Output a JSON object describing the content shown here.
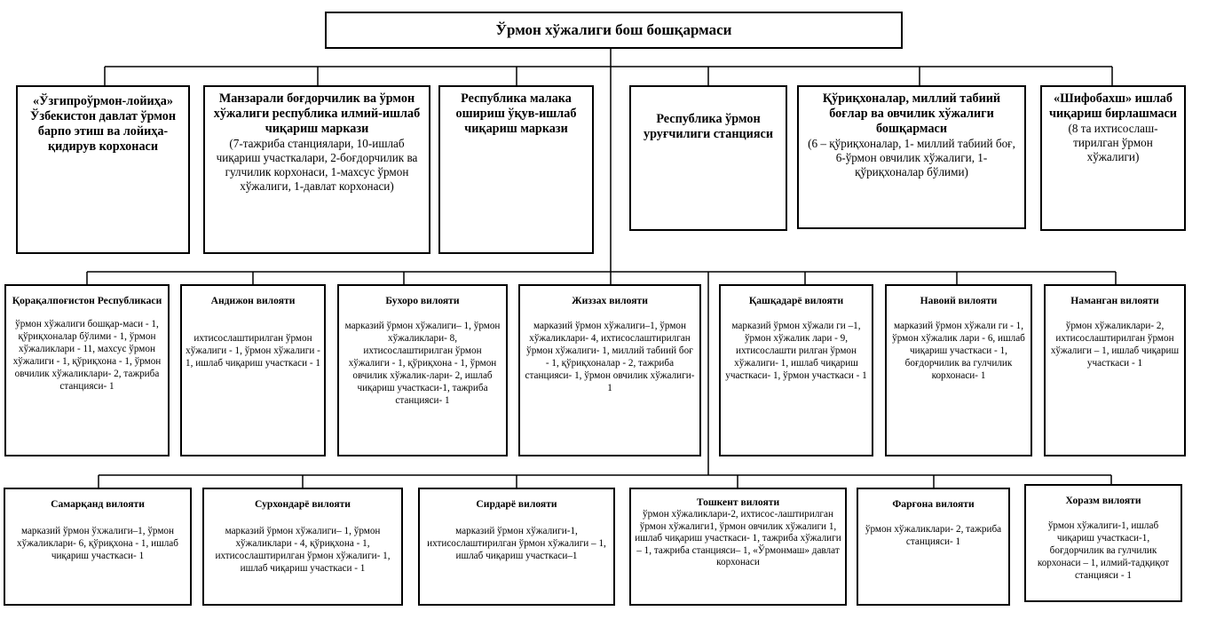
{
  "root": {
    "title": "Ўрмон хўжалиги бош бошқармаси"
  },
  "departments": [
    {
      "title": "«Ўзгипроўрмон-лойиҳа» Ўзбекистон давлат ўрмон барпо этиш ва лойиҳа-қидирув корхонаси",
      "body": ""
    },
    {
      "title": "Манзарали боғдорчилик ва ўрмон хўжалиги республика илмий-ишлаб чиқариш маркази",
      "body": "(7-тажриба станциялари, 10-ишлаб чиқариш участкалари, 2-боғдорчилик ва гулчилик корхонаси, 1-махсус ўрмон хўжалиги, 1-давлат корхонаси)"
    },
    {
      "title": "Республика малака ошириш ўқув-ишлаб чиқариш маркази",
      "body": ""
    },
    {
      "title": "Республика ўрмон уруғчилиги станцияси",
      "body": ""
    },
    {
      "title": "Қўриқхоналар, миллий табиий боғлар ва овчилик хўжалиги бошқармаси",
      "body": "(6 – қўриқхоналар, 1- миллий табиий боғ, 6-ўрмон овчилик хўжалиги, 1- қўриқхоналар бўлими)"
    },
    {
      "title": "«Шифобахш» ишлаб чиқариш бирлашмаси",
      "body": "(8 та ихтисослаш-тирилган ўрмон хўжалиги)"
    }
  ],
  "regions_row1": [
    {
      "title": "Қорақалпоғистон Республикаси",
      "body": "ўрмон хўжалиги бошқар-маси - 1, қўриқхоналар бўлими - 1, ўрмон хўжаликлари - 11, махсус ўрмон хўжалиги - 1, қўриқхона - 1, ўрмон овчилик хўжаликлари- 2, тажриба станцияси- 1"
    },
    {
      "title": "Андижон вилояти",
      "body": "ихтисослаштирилган ўрмон хўжалиги - 1, ўрмон хўжалиги - 1, ишлаб чиқариш участкаси - 1"
    },
    {
      "title": "Бухоро вилояти",
      "body": "марказий ўрмон хўжалиги– 1, ўрмон хўжаликлари- 8, ихтисослаштирилган ўрмон хўжалиги - 1, қўриқхона - 1, ўрмон овчилик хўжалик-лари- 2, ишлаб чиқариш участкаси-1, тажриба станцияси- 1"
    },
    {
      "title": "Жиззах вилояти",
      "body": "марказий ўрмон хўжалиги–1, ўрмон хўжаликлари- 4, ихтисослаштирилган ўрмон хўжалиги- 1, миллий табиий боғ - 1, қўриқхоналар - 2, тажриба станцияси- 1, ўрмон овчилик хўжалиги- 1"
    },
    {
      "title": "Қашқадарё вилояти",
      "body": "марказий ўрмон хўжали ги –1, ўрмон хўжалик лари - 9, ихтисослашти рилган ўрмон хўжалиги- 1, ишлаб чиқариш участкаси- 1, ўрмон участкаси - 1"
    },
    {
      "title": "Навоий вилояти",
      "body": "марказий ўрмон хўжали ги - 1, ўрмон хўжалик лари - 6, ишлаб чиқариш участкаси - 1, боғдорчилик ва гулчилик корхонаси- 1"
    },
    {
      "title": "Наманган вилояти",
      "body": "ўрмон хўжаликлари- 2, ихтисослаштирилган ўрмон хўжалиги – 1, ишлаб чиқариш участкаси - 1"
    }
  ],
  "regions_row2": [
    {
      "title": "Самарқанд вилояти",
      "body": "марказий ўрмон ўхжалиги–1, ўрмон хўжаликлари- 6, қўриқхона - 1, ишлаб чиқариш участкаси- 1"
    },
    {
      "title": "Сурхондарё вилояти",
      "body": "марказий ўрмон хўжалиги– 1, ўрмон хўжаликлари - 4, қўриқхона - 1, ихтисослаштирилган ўрмон хўжалиги- 1, ишлаб чиқариш участкаси - 1"
    },
    {
      "title": "Сирдарё вилояти",
      "body": "марказий ўрмон хўжалиги-1, ихтисослаштирилган ўрмон хўжалиги – 1, ишлаб чиқариш участкаси–1"
    },
    {
      "title": "Тошкент вилояти",
      "body": "ўрмон хўжаликлари-2, ихтисос-лаштирилган ўрмон хўжалиги1, ўрмон овчилик хўжалиги 1, ишлаб чиқариш участкаси- 1, тажриба хўжалиги – 1, тажриба станцияси– 1, «Ўрмонмаш» давлат корхонаси"
    },
    {
      "title": "Фарғона вилояти",
      "body": "ўрмон хўжаликлари- 2, тажриба станцияси- 1"
    },
    {
      "title": "Хоразм вилояти",
      "body": "ўрмон хўжалиги-1, ишлаб чиқариш участкаси-1, боғдорчилик ва гулчилик корхонаси – 1, илмий-тадқиқот станцияси - 1"
    }
  ]
}
